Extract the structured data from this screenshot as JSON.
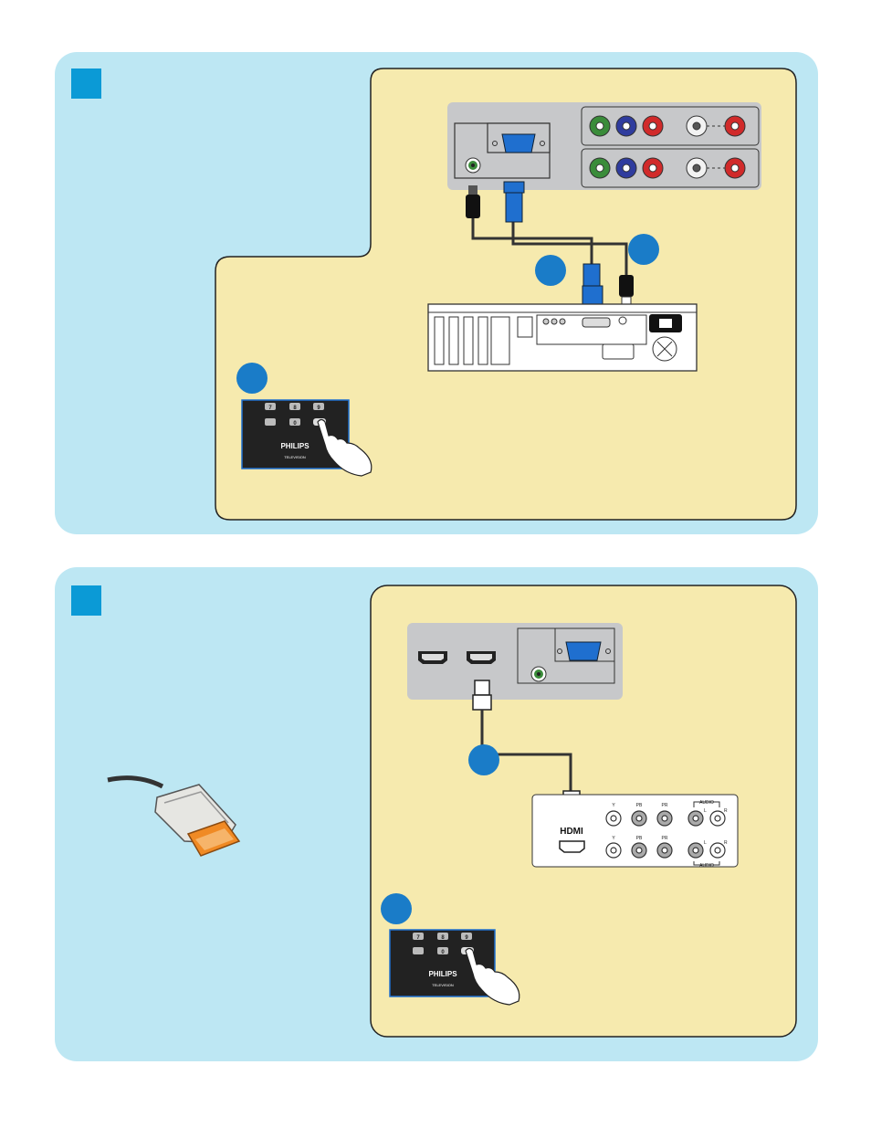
{
  "colors": {
    "panel_bg": "#bde7f3",
    "card_bg": "#f6eaae",
    "step_marker": "#0b9ad6",
    "callout_circle": "#1a7cc8",
    "vga_blue": "#1f6fcf",
    "hdmi_orange": "#f08a24"
  },
  "remote": {
    "keys_row1": [
      "7",
      "8",
      "9"
    ],
    "key_zero": "0",
    "brand": "PHILIPS",
    "subtitle": "TELEVISION"
  },
  "av_panel": {
    "hdmi_label": "HDMI",
    "audio_label": "AUDIO",
    "y_label": "Y",
    "pb_label": "PB",
    "pr_label": "PR",
    "l_label": "L",
    "r_label": "R"
  },
  "icons": [
    "step-marker-square",
    "vga-port-icon",
    "audio-jack-icon",
    "component-video-jack-icon",
    "pc-tower-icon",
    "remote-control-icon",
    "hand-pointer-icon",
    "hdmi-connector-icon",
    "hdmi-cable-icon"
  ]
}
